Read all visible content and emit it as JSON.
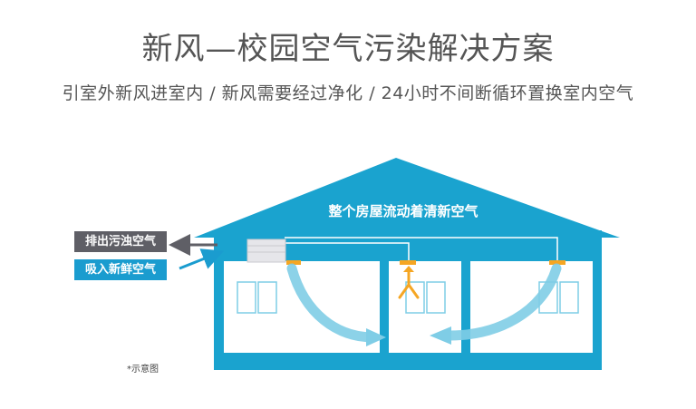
{
  "header": {
    "title": "新风—校园空气污染解决方案",
    "subtitle": "引室外新风进室内 / 新风需要经过净化 / 24小时不间断循环置换室内空气"
  },
  "diagram": {
    "roof_label": "整个房屋流动着清新空气",
    "exhaust_label": "排出污浊空气",
    "intake_label": "吸入新鲜空气",
    "note": "*示意图"
  },
  "colors": {
    "house": "#1aa3cf",
    "flow": "#7fcde6",
    "vent": "#f5a623",
    "exhaust_tag": "#5f5f66",
    "intake_tag": "#1a9ccf"
  }
}
